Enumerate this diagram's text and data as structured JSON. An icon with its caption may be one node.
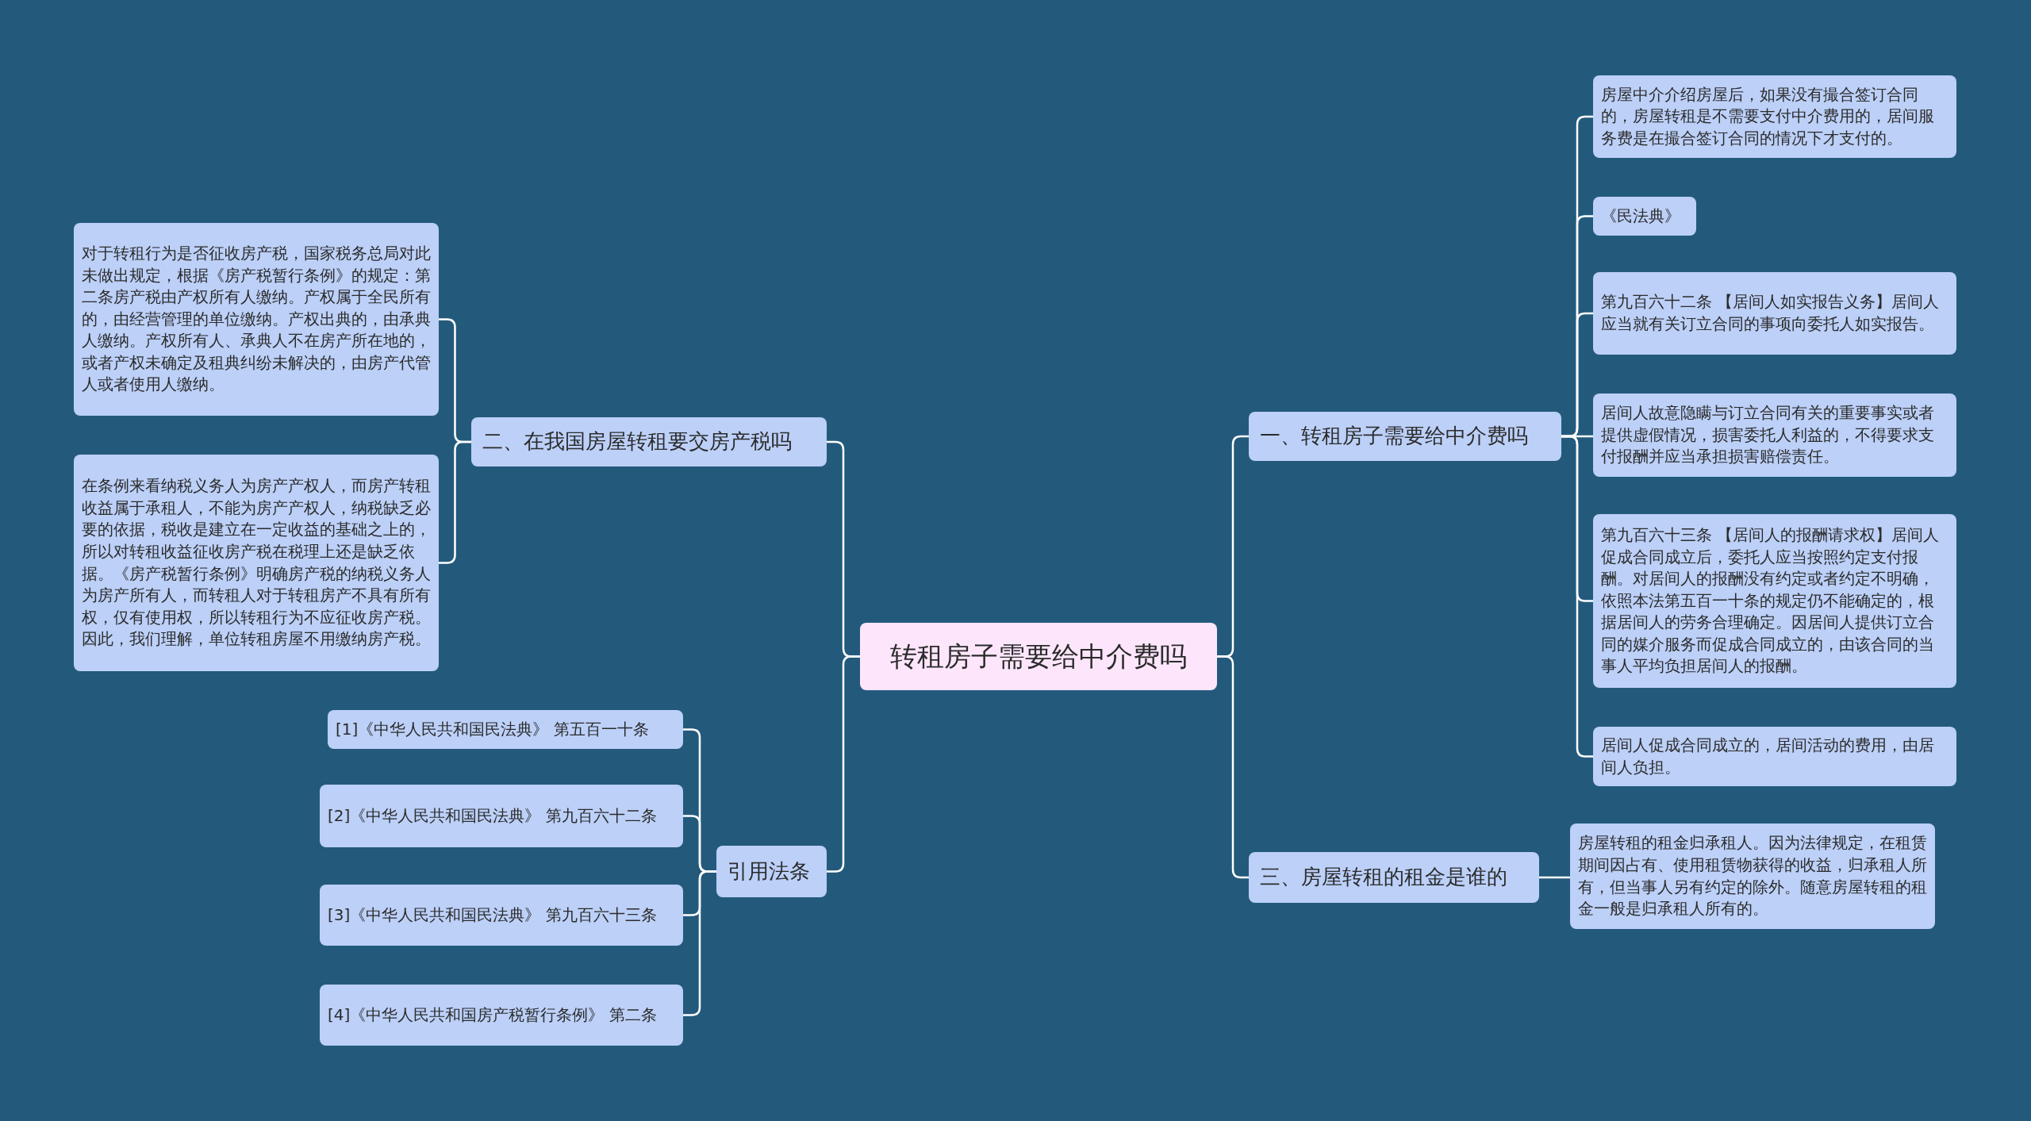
{
  "diagram": {
    "nodes": [
      {
        "text": [
          "转租房子需要给中介费吗"
        ]
      },
      {
        "text": [
          "一、转租房子需要给中介费吗"
        ]
      },
      {
        "text": [
          "房屋中介介绍房屋后，如果没有撮合签订合同的，房屋转租是不需要支付中介费用的，居间服务费是在撮合签订合同的情况下才支付的。"
        ]
      },
      {
        "text": [
          "《民法典》"
        ]
      },
      {
        "text": [
          "第九百六十二条 【居间人如实报告义务】居间人应当就有关订立合同的事项向委托人如实报告。"
        ]
      },
      {
        "text": [
          "居间人故意隐瞒与订立合同有关的重要事实或者提供虚假情况，损害委托人利益的，不得要求支付报酬并应当承担损害赔偿责任。"
        ]
      },
      {
        "text": [
          "第九百六十三条 【居间人的报酬请求权】居间人促成合同成立后，委托人应当按照约定支付报酬。对居间人的报酬没有约定或者约定不明确，依照本法第五百一十条的规定仍不能确定的，根据居间人的劳务合理确定。因居间人提供订立合同的媒介服务而促成合同成立的，由该合同的当事人平均负担居间人的报酬。"
        ]
      },
      {
        "text": [
          "居间人促成合同成立的，居间活动的费用，由居间人负担。"
        ]
      },
      {
        "text": [
          "三、房屋转租的租金是谁的"
        ]
      },
      {
        "text": [
          "房屋转租的租金归承租人。因为法律规定，在租赁期间因占有、使用租赁物获得的收益，归承租人所有，但当事人另有约定的除外。随意房屋转租的租金一般是归承租人所有的。"
        ]
      },
      {
        "text": [
          "二、在我国房屋转租要交房产税吗"
        ]
      },
      {
        "text": [
          "对于转租行为是否征收房产税，国家税务总局对此未做出规定，根据《房产税暂行条例》的规定：第二条房产税由产权所有人缴纳。产权属于全民所有的，由经营管理的单位缴纳。产权出典的，由承典人缴纳。产权所有人、承典人不在房产所在地的，或者产权未确定及租典纠纷未解决的，由房产代管人或者使用人缴纳。"
        ]
      },
      {
        "text": [
          "在条例来看纳税义务人为房产产权人，而房产转租收益属于承租人，不能为房产产权人，纳税缺乏必要的依据，税收是建立在一定收益的基础之上的，所以对转租收益征收房产税在税理上还是缺乏依据。《房产税暂行条例》明确房产税的纳税义务人为房产所有人，而转租人对于转租房产不具有所有权，仅有使用权，所以转租行为不应征收房产税。因此，我们理解，单位转租房屋不用缴纳房产税。"
        ]
      },
      {
        "text": [
          "引用法条"
        ]
      },
      {
        "text": [
          "[1]《中华人民共和国民法典》 第五百一十条"
        ]
      },
      {
        "text": [
          "[2]《中华人民共和国民法典》 第九百六十二条"
        ]
      },
      {
        "text": [
          "[3]《中华人民共和国民法典》 第九百六十三条"
        ]
      },
      {
        "text": [
          "[4]《中华人民共和国房产税暂行条例》 第二条"
        ]
      }
    ],
    "edges": [
      {
        "from": 0,
        "to": 1,
        "arrow": "none"
      },
      {
        "from": 1,
        "to": 2,
        "arrow": "none"
      },
      {
        "from": 1,
        "to": 3,
        "arrow": "none"
      },
      {
        "from": 1,
        "to": 4,
        "arrow": "none"
      },
      {
        "from": 1,
        "to": 5,
        "arrow": "none"
      },
      {
        "from": 1,
        "to": 6,
        "arrow": "none"
      },
      {
        "from": 1,
        "to": 7,
        "arrow": "none"
      },
      {
        "from": 0,
        "to": 8,
        "arrow": "none"
      },
      {
        "from": 8,
        "to": 9,
        "arrow": "none"
      },
      {
        "from": 0,
        "to": 10,
        "arrow": "none"
      },
      {
        "from": 10,
        "to": 11,
        "arrow": "none"
      },
      {
        "from": 10,
        "to": 12,
        "arrow": "none"
      },
      {
        "from": 0,
        "to": 13,
        "arrow": "none"
      },
      {
        "from": 13,
        "to": 14,
        "arrow": "none"
      },
      {
        "from": 13,
        "to": 15,
        "arrow": "none"
      },
      {
        "from": 13,
        "to": 16,
        "arrow": "none"
      },
      {
        "from": 13,
        "to": 17,
        "arrow": "none"
      }
    ]
  }
}
